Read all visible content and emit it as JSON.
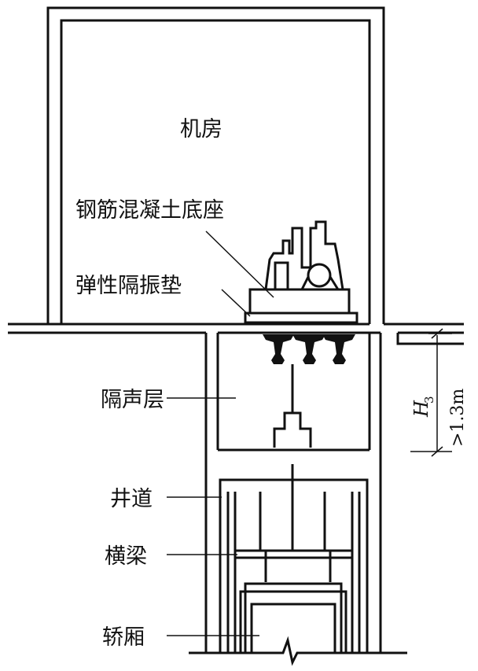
{
  "labels": {
    "machine_room": "机房",
    "concrete_base": "钢筋混凝土底座",
    "elastic_pad": "弹性隔振垫",
    "sound_layer": "隔声层",
    "shaft": "井道",
    "beam": "横梁",
    "car": "轿厢"
  },
  "dimension": {
    "symbol": "H",
    "subscript": "3",
    "value": ">1.3m"
  }
}
